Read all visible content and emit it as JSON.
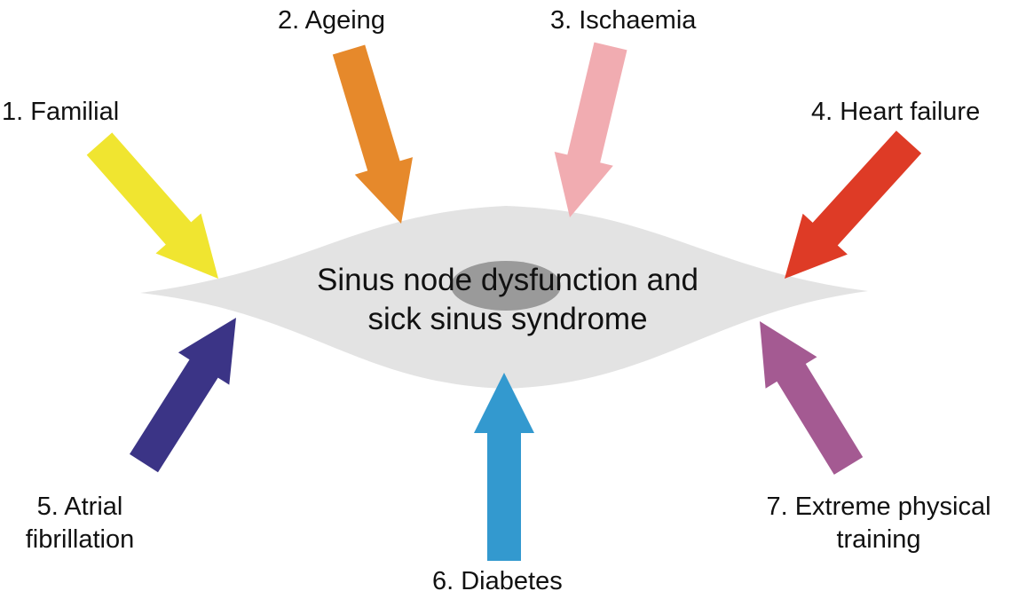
{
  "center": {
    "line1": "Sinus node dysfunction and",
    "line2": "sick sinus syndrome",
    "shape_color": "#e3e3e3",
    "nucleus_color": "#9a9a9a"
  },
  "factors": [
    {
      "id": "familial",
      "text": "1. Familial",
      "color": "#f0e530"
    },
    {
      "id": "ageing",
      "text": "2. Ageing",
      "color": "#e6892b"
    },
    {
      "id": "ischaemia",
      "text": "3. Ischaemia",
      "color": "#f1acb1"
    },
    {
      "id": "heart-failure",
      "text": "4. Heart failure",
      "color": "#de3b26"
    },
    {
      "id": "atrial-fibrillation",
      "line1": "5. Atrial",
      "line2": "fibrillation",
      "color": "#3b3486"
    },
    {
      "id": "diabetes",
      "text": "6. Diabetes",
      "color": "#3399cf"
    },
    {
      "id": "extreme-training",
      "line1": "7. Extreme physical",
      "line2": "training",
      "color": "#a45a92"
    }
  ]
}
